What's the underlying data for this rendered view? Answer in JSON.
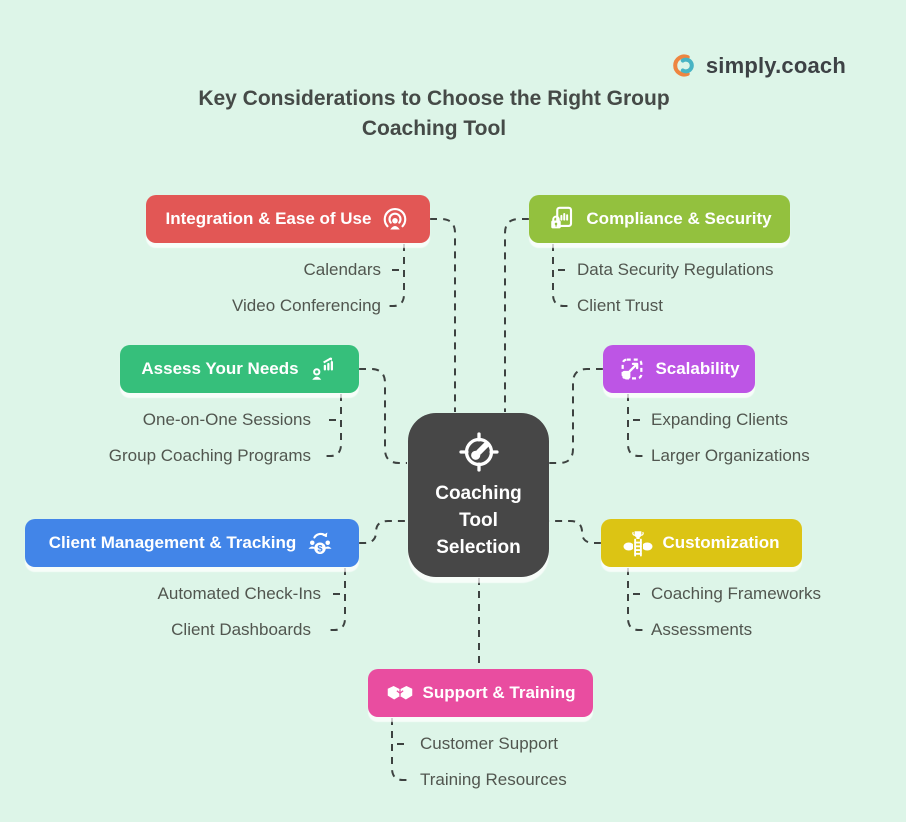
{
  "page": {
    "background": "#ddf5e8"
  },
  "logo": {
    "text": "simply.coach",
    "orange": "#ee8540",
    "teal": "#48b4c4"
  },
  "title": {
    "line1": "Key Considerations to Choose the Right Group",
    "line2": "Coaching Tool"
  },
  "center": {
    "label": "Coaching Tool Selection",
    "label_lines": [
      "Coaching",
      "Tool",
      "Selection"
    ],
    "color": "#474747",
    "icon": "target-key-icon"
  },
  "connector": {
    "color": "#3d4240",
    "style": "dashed"
  },
  "branches": [
    {
      "id": "integration",
      "label": "Integration & Ease of Use",
      "color": "#e25755",
      "icon": "broadcast-person-icon",
      "items": [
        "Calendars",
        "Video Conferencing"
      ]
    },
    {
      "id": "compliance",
      "label": "Compliance & Security",
      "color": "#93c13e",
      "icon": "document-lock-icon",
      "items": [
        "Data Security Regulations",
        "Client Trust"
      ]
    },
    {
      "id": "assess",
      "label": "Assess Your Needs",
      "color": "#36bf7b",
      "icon": "person-chart-icon",
      "items": [
        "One-on-One Sessions",
        "Group Coaching Programs"
      ]
    },
    {
      "id": "scalability",
      "label": "Scalability",
      "color": "#bd55e5",
      "icon": "expand-icon",
      "items": [
        "Expanding Clients",
        "Larger Organizations"
      ]
    },
    {
      "id": "client_management",
      "label": "Client Management & Tracking",
      "color": "#4285e8",
      "icon": "money-cycle-icon",
      "items": [
        "Automated Check-Ins",
        "Client Dashboards"
      ]
    },
    {
      "id": "customization",
      "label": "Customization",
      "color": "#dcc414",
      "icon": "ladder-trophy-icon",
      "items": [
        "Coaching Frameworks",
        "Assessments"
      ]
    },
    {
      "id": "support",
      "label": "Support & Training",
      "color": "#e94da0",
      "icon": "handshake-icon",
      "items": [
        "Customer Support",
        "Training Resources"
      ]
    }
  ]
}
